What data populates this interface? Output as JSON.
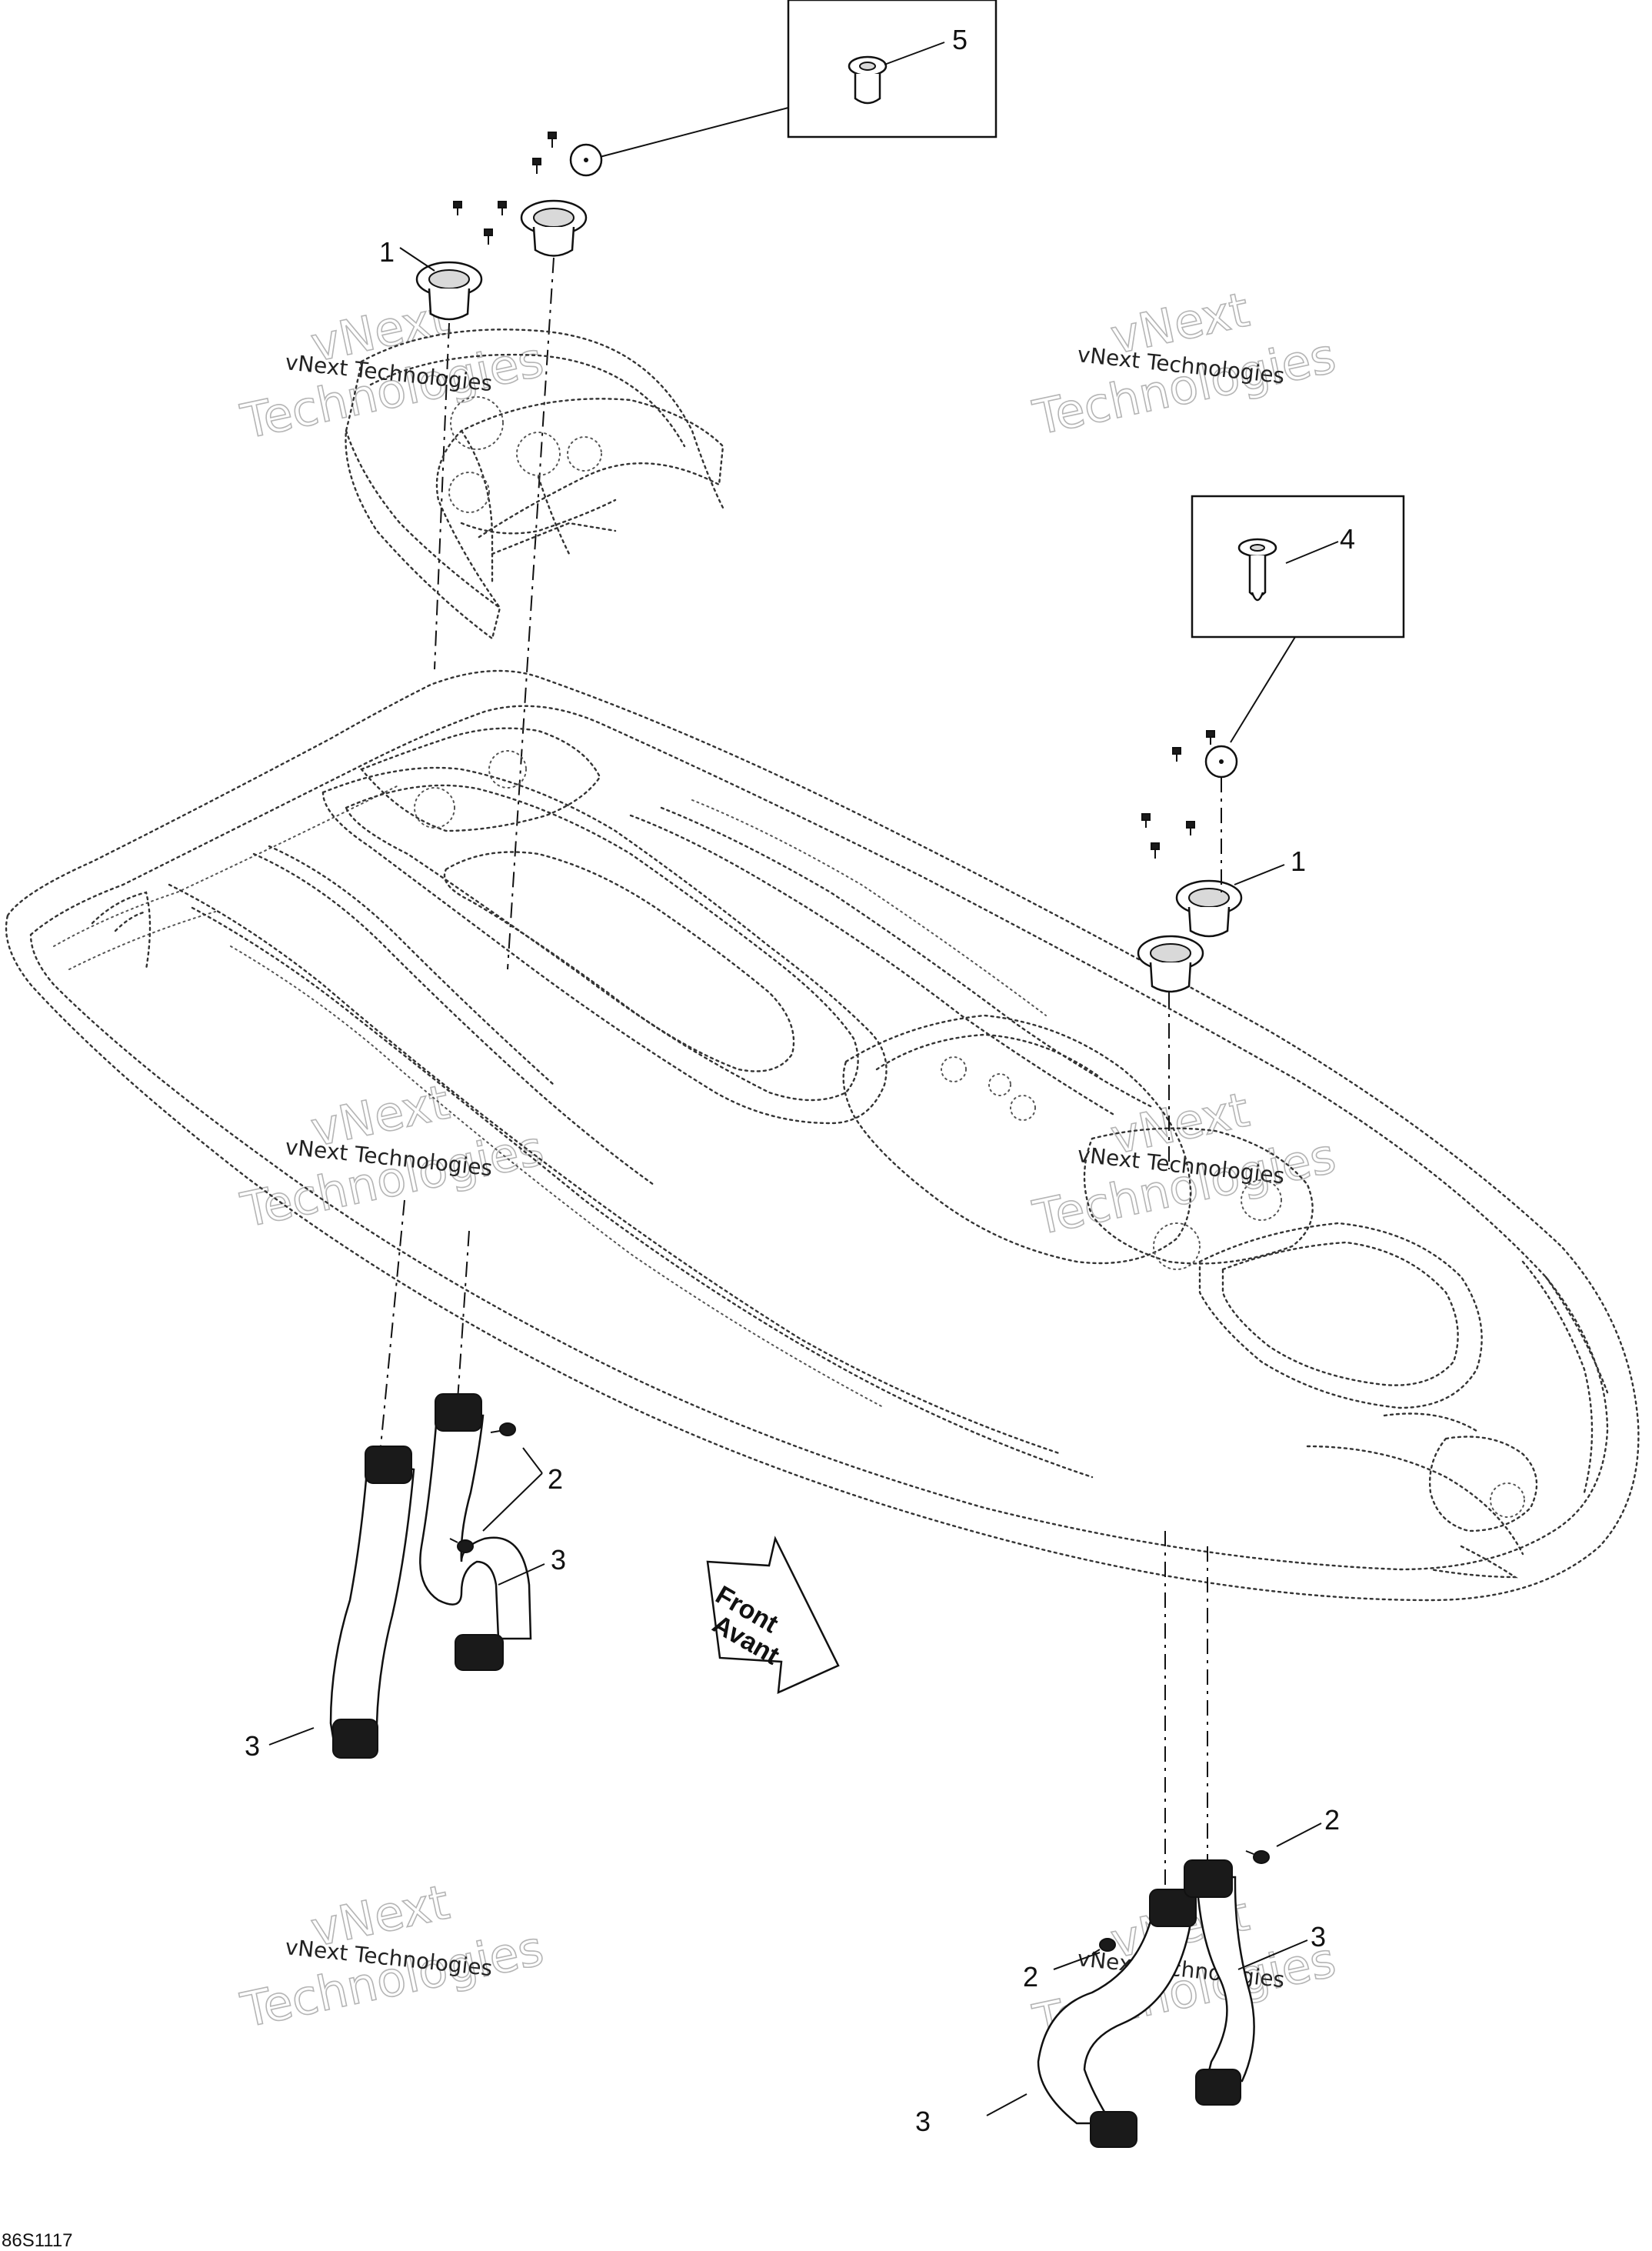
{
  "diagram": {
    "reference_code": "86S1117",
    "direction_label": {
      "line1": "Front",
      "line2": "Avant"
    },
    "callouts": {
      "c1_top": "1",
      "c1_right": "1",
      "c2_left": "2",
      "c2_right_top": "2",
      "c2_right_bottom": "2",
      "c3_left_upper": "3",
      "c3_left_lower": "3",
      "c3_right_upper": "3",
      "c3_right_lower": "3",
      "c4": "4",
      "c5": "5"
    },
    "watermarks": {
      "company": "vNext Technologies",
      "brand_big": "vNext",
      "brand_big2": "Technologies"
    }
  }
}
